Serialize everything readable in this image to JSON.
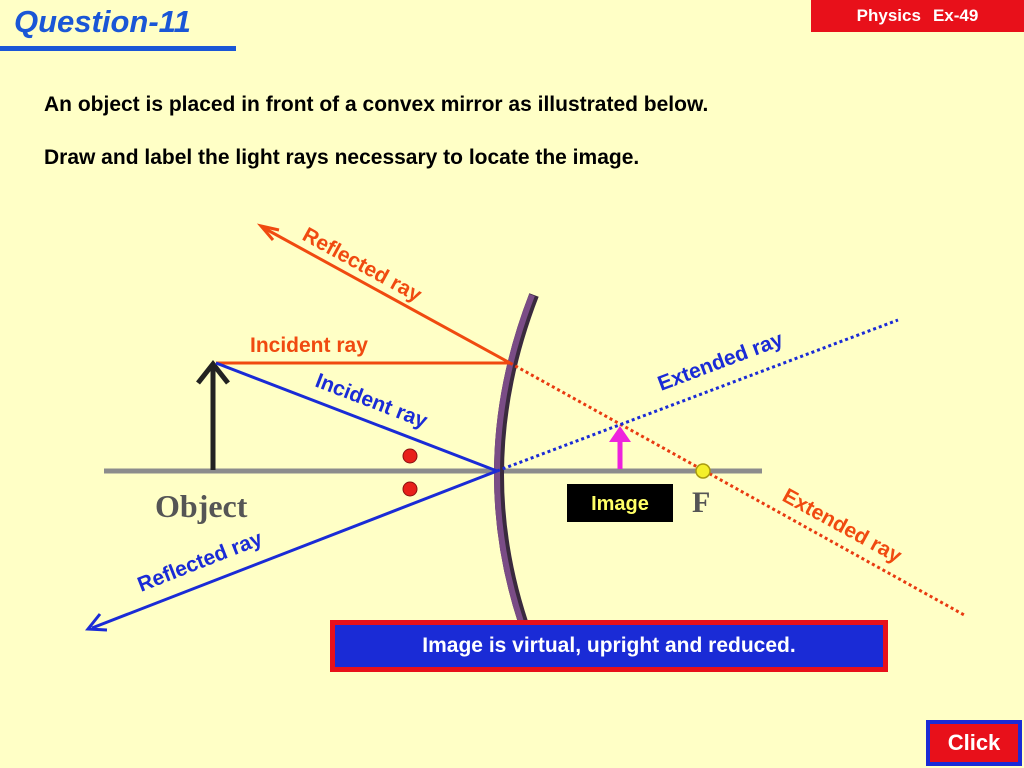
{
  "header": {
    "title": "Question-11",
    "subject": "Physics",
    "exercise": "Ex-49"
  },
  "question": {
    "line1": "An object is placed in front of a convex mirror as illustrated below.",
    "line2": "Draw and label the light rays necessary to locate the image."
  },
  "diagram": {
    "object_label": "Object",
    "image_label": "Image",
    "focal_label": "F",
    "incident_ray_top": "Incident ray",
    "incident_ray_diag": "Incident ray",
    "reflected_ray_top": "Reflected ray",
    "reflected_ray_bottom": "Reflected ray",
    "extended_ray_blue": "Extended ray",
    "extended_ray_red": "Extended ray",
    "colors": {
      "background": "#ffffc6",
      "red_ray": "#f04a10",
      "blue_ray": "#1a2bd6",
      "extended_red": "#e83a10",
      "mirror": "#7a4c86",
      "image_arrow": "#ee22dd",
      "axis": "#8c8c8c"
    }
  },
  "conclusion": "Image is virtual, upright and reduced.",
  "nav": {
    "click_label": "Click"
  }
}
